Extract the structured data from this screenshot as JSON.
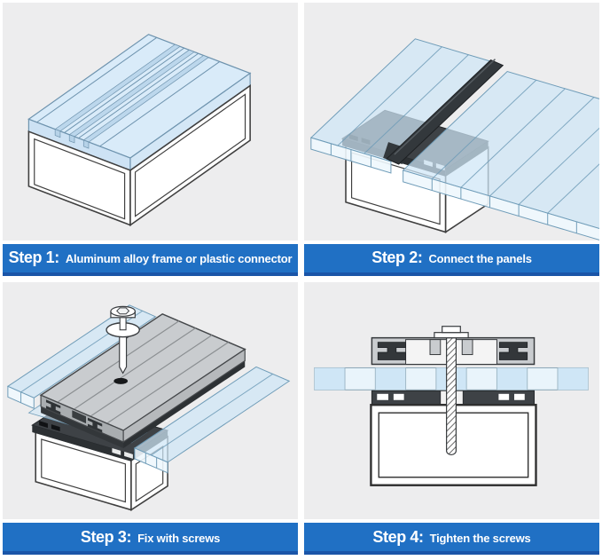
{
  "page": {
    "title": "Polycarbonate panel installation steps",
    "layout": "2x2 instructional step grid"
  },
  "theme": {
    "page-bg": "#ffffff",
    "tile-bg": "#ededee",
    "banner-blue": "#2070c4",
    "banner-blue-dark": "#1a55a8",
    "text-on-banner": "#ffffff",
    "panel-blue": "#cfe6f6",
    "panel-blue-stroke": "#6f9cb8",
    "metal-gray": "#c9cccf",
    "dark-profile": "#33383c",
    "frame-white": "#ffffff",
    "outline-dark": "#3f3f3f"
  },
  "steps": [
    {
      "label": "Step 1:",
      "description": "Aluminum alloy frame or plastic connector",
      "art": "aluminum-frame-with-grooved-connector-profile-isometric"
    },
    {
      "label": "Step 2:",
      "description": "Connect the panels",
      "art": "two-multiwall-panels-joined-by-dark-connector-on-frame"
    },
    {
      "label": "Step 3:",
      "description": "Fix with screws",
      "art": "screw-with-washer-above-aluminum-cap-profile-on-panels"
    },
    {
      "label": "Step 4:",
      "description": "Tighten the screws",
      "art": "cross-section-screw-tightened-through-cap-panels-and-frame"
    }
  ]
}
